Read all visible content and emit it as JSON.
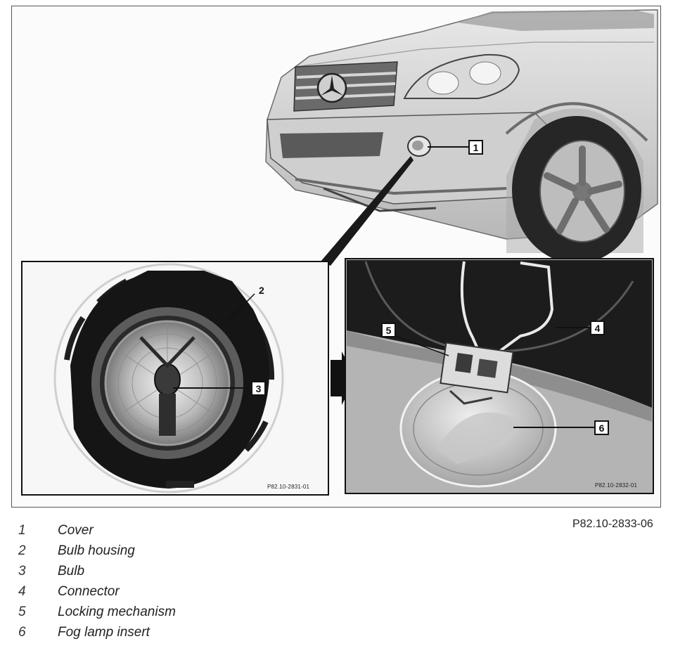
{
  "figure": {
    "reference_code": "P82.10-2833-06",
    "inset_left_code": "P82.10-2831-01",
    "inset_right_code": "P82.10-2832-01"
  },
  "callouts": [
    {
      "num": "1",
      "label": "Cover"
    },
    {
      "num": "2",
      "label": "Bulb housing"
    },
    {
      "num": "3",
      "label": "Bulb"
    },
    {
      "num": "4",
      "label": "Connector"
    },
    {
      "num": "5",
      "label": "Locking mechanism"
    },
    {
      "num": "6",
      "label": "Fog lamp insert"
    }
  ]
}
